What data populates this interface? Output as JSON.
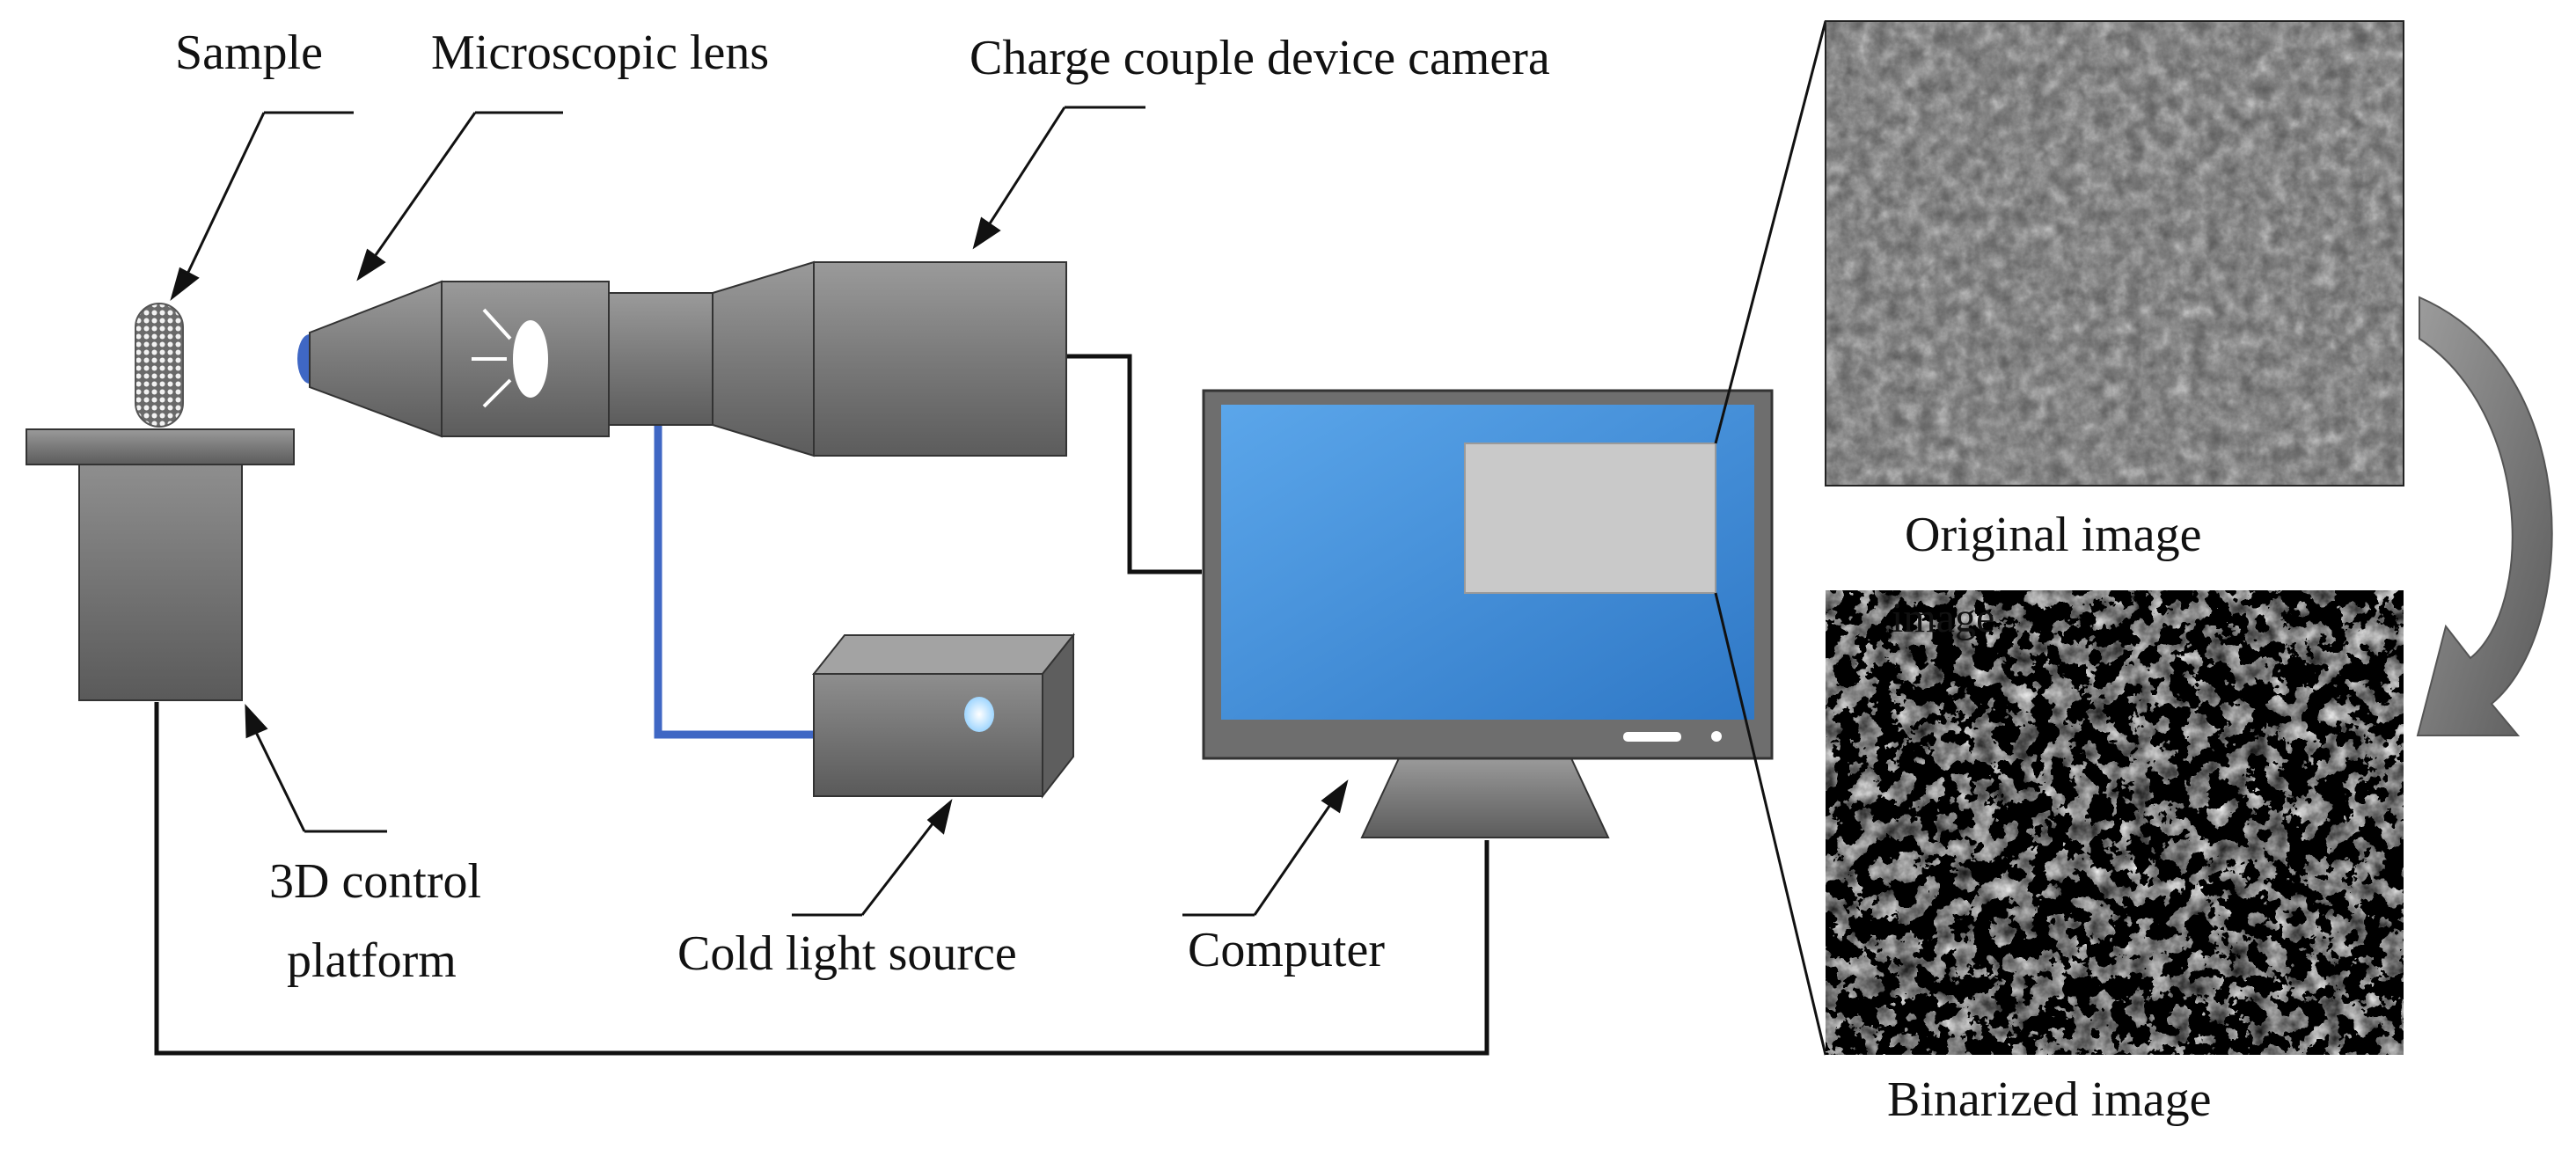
{
  "labels": {
    "sample": "Sample",
    "microscopic_lens": "Microscopic lens",
    "ccd_camera": "Charge couple device camera",
    "control_platform_line1": "3D control",
    "control_platform_line2": "platform",
    "cold_light_source": "Cold light  source",
    "computer": "Computer",
    "original_image": "Original  image",
    "binarized_image": "Binarized  image",
    "binarized_overlay": "image"
  },
  "colors": {
    "device_gray": "#7a7a7a",
    "device_dark": "#4f4f4f",
    "fiber_blue": "#3f67c4",
    "screen_blue": "#3f8fd9",
    "line": "#111111"
  }
}
